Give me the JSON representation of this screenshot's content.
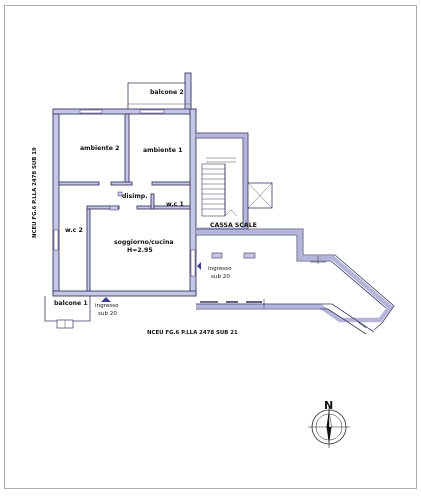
{
  "rooms": {
    "balcone_2": "balcone 2",
    "ambiente_2": "ambiente 2",
    "ambiente_1": "ambiente 1",
    "disimp": "disimp.",
    "wc_1": "w.c 1",
    "wc_2": "w.c 2",
    "soggiorno": "soggiorno/cucina",
    "height": "H=2.95",
    "balcone_1": "balcone 1",
    "cassa_scale": "CASSA SCALE"
  },
  "entrances": {
    "ingresso_a_1": "ingresso",
    "ingresso_a_2": "sub 20",
    "ingresso_b_1": "ingresso",
    "ingresso_b_2": "sub 20"
  },
  "boundaries": {
    "left": "NCEU FG.6  P.LLA 2478 SUB 19",
    "bottom": "NCEU FG.6  P.LLA 2478 SUB 21"
  },
  "compass": {
    "north": "N"
  }
}
